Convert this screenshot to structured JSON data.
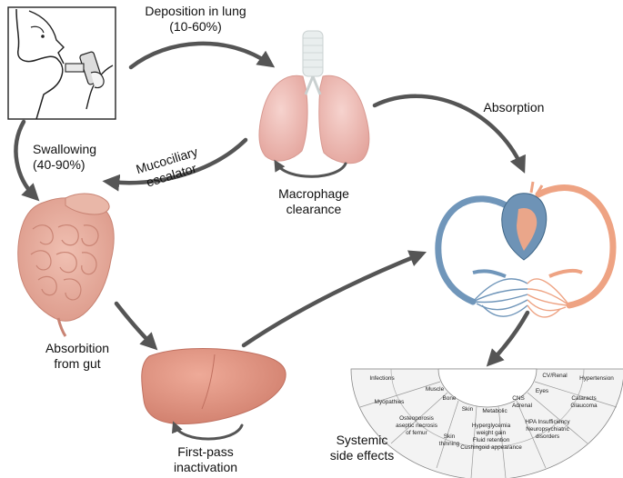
{
  "labels": {
    "deposition": "Deposition in lung\n(10-60%)",
    "swallowing": "Swallowing\n(40-90%)",
    "mucociliary": "Mucociliary\nescalator",
    "macrophage": "Macrophage\nclearance",
    "absorption": "Absorption",
    "absorption_gut": "Absorbition\nfrom gut",
    "first_pass": "First-pass\ninactivation",
    "systemic": "Systemic\nside effects"
  },
  "side_effects": {
    "infections": "Infections",
    "myopathies": "Myopathies",
    "muscle": "Muscle",
    "bone": "Bone",
    "osteo_1": "Osteoporosis",
    "osteo_2": "aseptic necrosis",
    "osteo_3": "of femur",
    "skin": "Skin",
    "skin_thin_1": "Skin",
    "skin_thin_2": "thinning",
    "metabolic": "Metabolic",
    "hyper_1": "Hyperglycemia",
    "hyper_2": "weight gain",
    "hyper_3": "Fluid retention",
    "hyper_4": "Cushingoid appearance",
    "cns_1": "CNS",
    "cns_2": "Adrenal",
    "hpa_1": "HPA Insufficiency",
    "hpa_2": "Neuropsychiatric",
    "hpa_3": "disorders",
    "eyes": "Eyes",
    "cataracts_1": "Cataracts",
    "cataracts_2": "Glaucoma",
    "cv_renal": "CV/Renal",
    "hypertension": "Hypertension"
  },
  "colors": {
    "arrow": "#555555",
    "lung": "#eab2ac",
    "trachea": "#e8ecec",
    "gut": "#e3a596",
    "liver": "#dc8f7e",
    "vein": "#6f95b8",
    "artery": "#eea383"
  }
}
